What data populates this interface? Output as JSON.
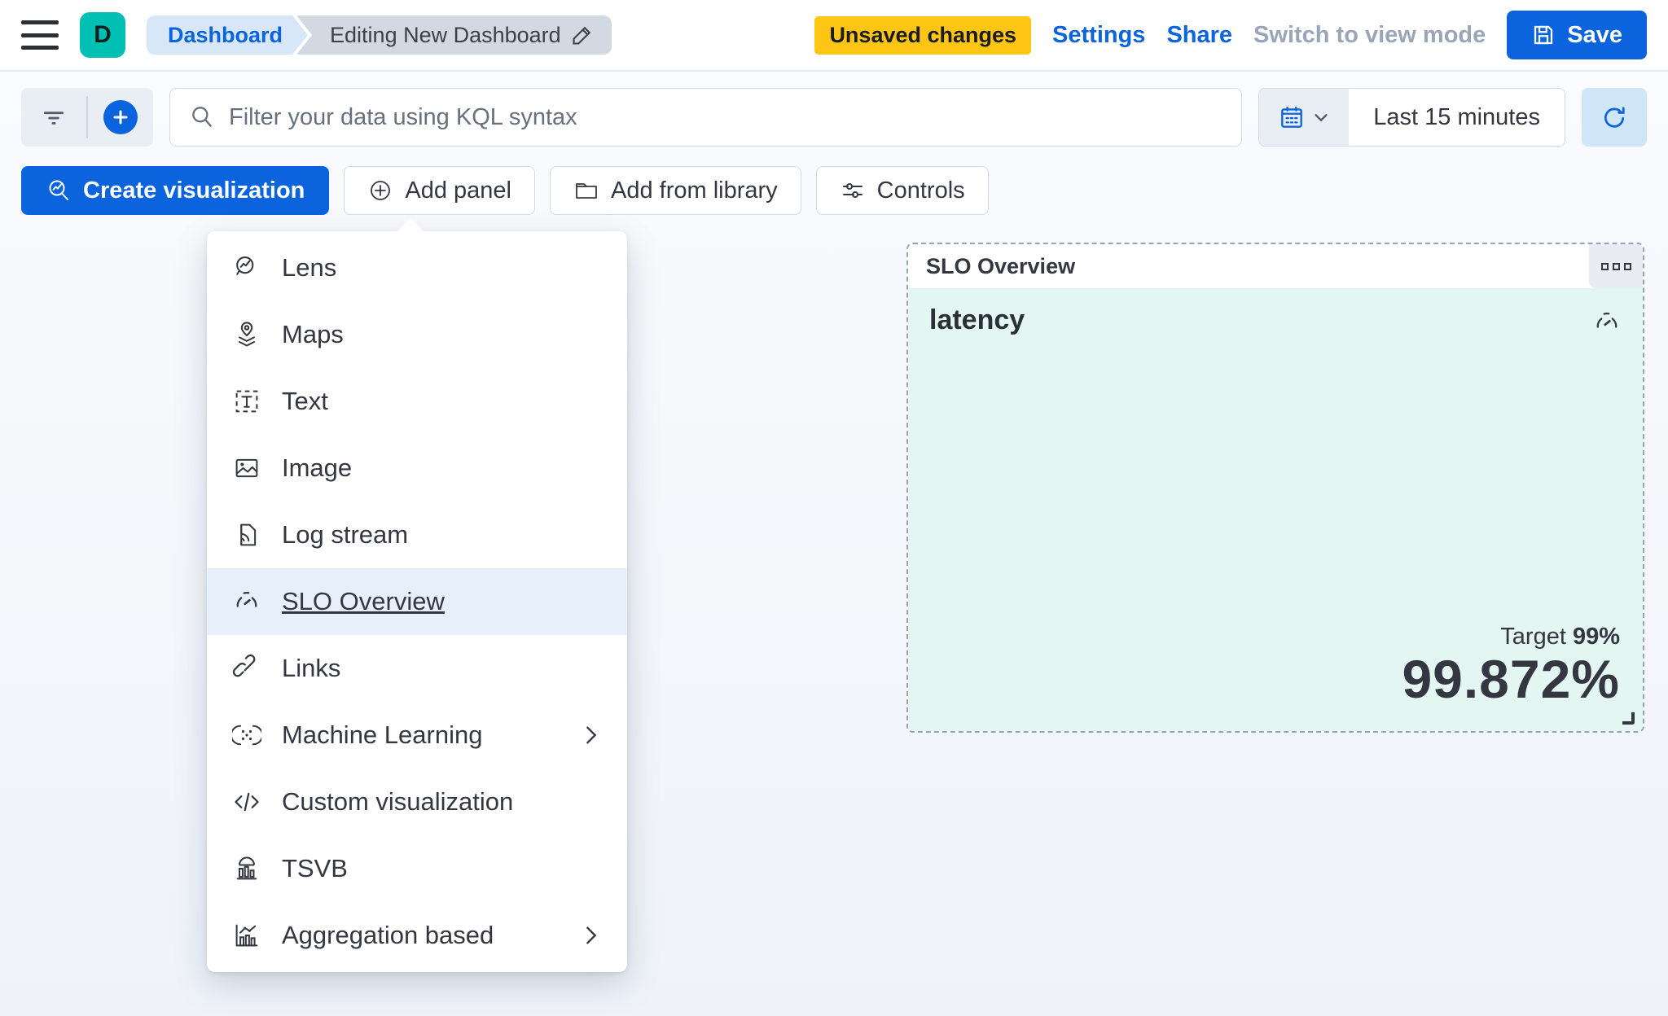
{
  "header": {
    "app_initial": "D",
    "breadcrumbs": [
      {
        "label": "Dashboard"
      },
      {
        "label": "Editing New Dashboard"
      }
    ],
    "unsaved_badge": "Unsaved changes",
    "settings_label": "Settings",
    "share_label": "Share",
    "view_mode_label": "Switch to view mode",
    "save_label": "Save"
  },
  "filter_bar": {
    "search_placeholder": "Filter your data using KQL syntax",
    "time_range": "Last 15 minutes"
  },
  "toolbar": {
    "create_visualization": "Create visualization",
    "add_panel": "Add panel",
    "add_from_library": "Add from library",
    "controls": "Controls"
  },
  "add_panel_menu": {
    "items": [
      {
        "label": "Lens",
        "icon": "lens-icon",
        "selected": false,
        "has_submenu": false
      },
      {
        "label": "Maps",
        "icon": "maps-icon",
        "selected": false,
        "has_submenu": false
      },
      {
        "label": "Text",
        "icon": "text-icon",
        "selected": false,
        "has_submenu": false
      },
      {
        "label": "Image",
        "icon": "image-icon",
        "selected": false,
        "has_submenu": false
      },
      {
        "label": "Log stream",
        "icon": "log-stream-icon",
        "selected": false,
        "has_submenu": false
      },
      {
        "label": "SLO Overview",
        "icon": "gauge-icon",
        "selected": true,
        "has_submenu": false
      },
      {
        "label": "Links",
        "icon": "link-icon",
        "selected": false,
        "has_submenu": false
      },
      {
        "label": "Machine Learning",
        "icon": "machine-learning-icon",
        "selected": false,
        "has_submenu": true
      },
      {
        "label": "Custom visualization",
        "icon": "code-icon",
        "selected": false,
        "has_submenu": false
      },
      {
        "label": "TSVB",
        "icon": "tsvb-icon",
        "selected": false,
        "has_submenu": false
      },
      {
        "label": "Aggregation based",
        "icon": "aggregation-icon",
        "selected": false,
        "has_submenu": true
      }
    ]
  },
  "slo_panel": {
    "header_title": "SLO Overview",
    "name": "latency",
    "target_label": "Target",
    "target_value": "99%",
    "value": "99.872%"
  },
  "colors": {
    "primary_blue": "#0b64dd",
    "warning_yellow": "#fec514",
    "brand_teal": "#00bfb3",
    "panel_tint": "#e3f6f2",
    "menu_highlight": "#e7f0fa",
    "text": "#343741",
    "subdued_text": "#69707d",
    "border": "#d3dae6"
  }
}
